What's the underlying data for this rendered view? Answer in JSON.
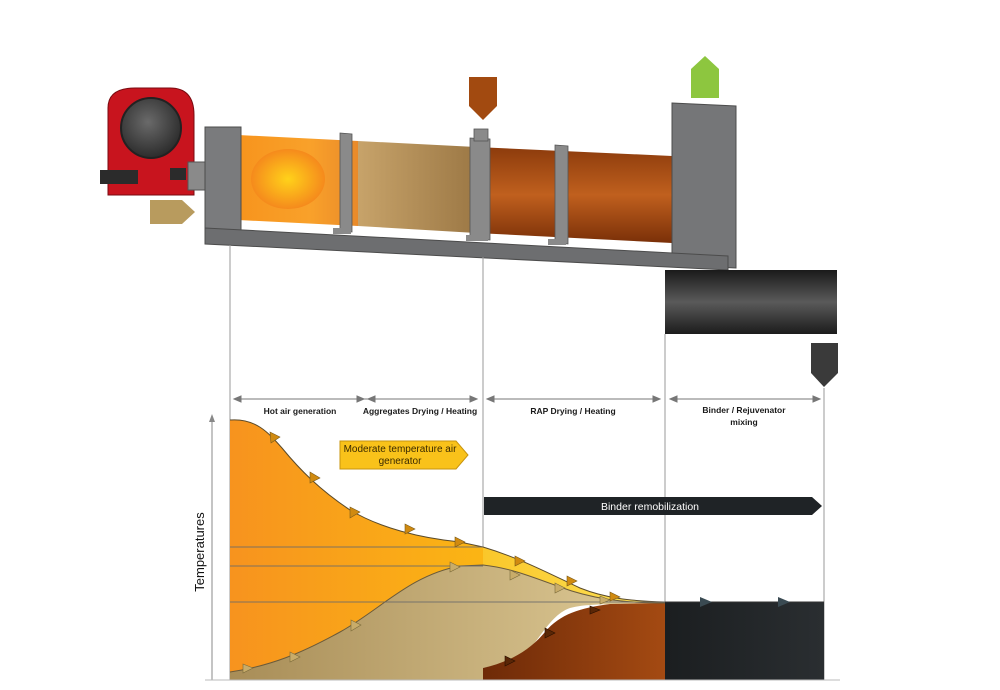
{
  "diagram": {
    "zones": [
      {
        "id": "hot-air",
        "label": "Hot air generation"
      },
      {
        "id": "aggregates",
        "label": "Aggregates Drying / Heating"
      },
      {
        "id": "rap",
        "label": "RAP Drying / Heating"
      },
      {
        "id": "binder",
        "label_line1": "Binder / Rejuvenator",
        "label_line2": "mixing"
      }
    ],
    "callouts": {
      "air_generator_line1": "Moderate temperature air",
      "air_generator_line2": "generator",
      "binder_remobilization": "Binder remobilization"
    },
    "axis": {
      "y_label": "Temperatures"
    },
    "colors": {
      "burner_red": "#c8141e",
      "hot_air_orange": "#f7941d",
      "hot_air_yellow": "#f9c21a",
      "aggregates_tan": "#b89b5e",
      "rap_brown": "#8b3a0c",
      "binder_dark": "#222628",
      "exhaust_green": "#8dc63f",
      "drum_grey": "#6d6e70"
    }
  }
}
